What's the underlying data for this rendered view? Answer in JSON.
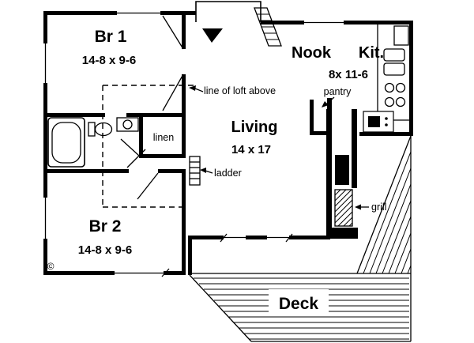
{
  "plan": {
    "rooms": {
      "br1": {
        "label": "Br 1",
        "dims": "14-8 x 9-6"
      },
      "nook": {
        "label": "Nook"
      },
      "kitchen": {
        "label": "Kit.",
        "dims": "8x 11-6"
      },
      "living": {
        "label": "Living",
        "dims": "14 x 17"
      },
      "br2": {
        "label": "Br 2",
        "dims": "14-8 x 9-6"
      },
      "deck": {
        "label": "Deck"
      }
    },
    "annotations": {
      "loft_line": "line of loft above",
      "pantry": "pantry",
      "linen": "linen",
      "ladder": "ladder",
      "grill": "grill",
      "copyright": "©"
    },
    "colors": {
      "ink": "#000000",
      "paper": "#ffffff"
    }
  }
}
